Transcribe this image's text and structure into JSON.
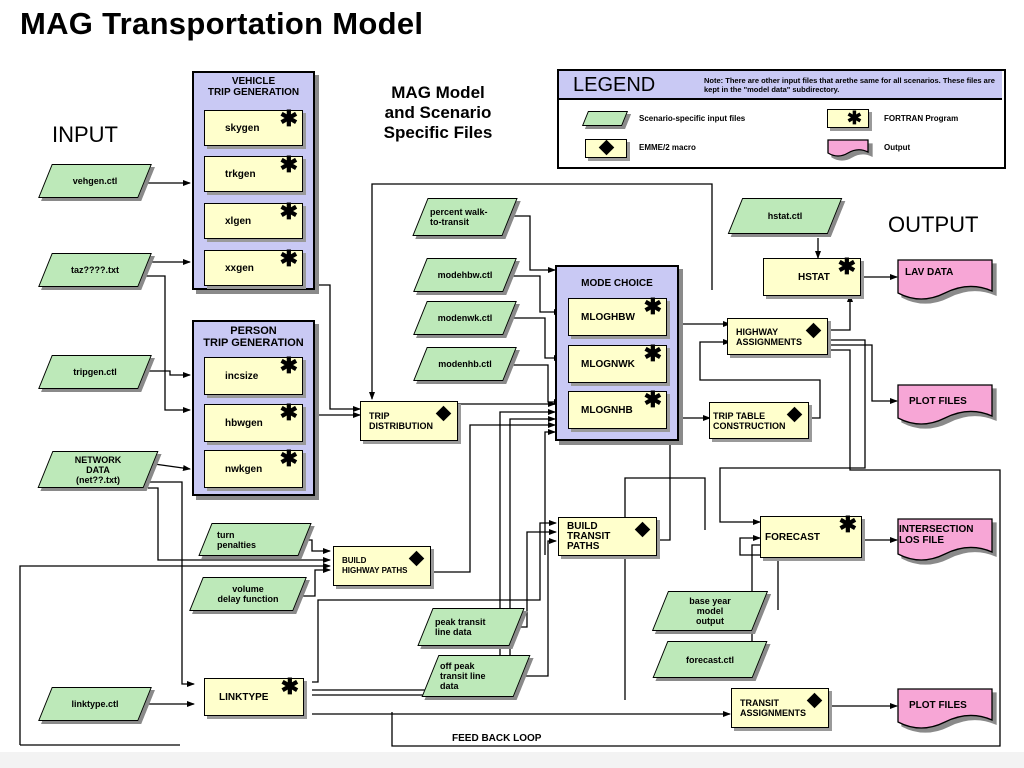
{
  "title": "MAG Transportation Model",
  "headings": {
    "input": "INPUT",
    "output": "OUTPUT",
    "model_files": "MAG Model\nand Scenario\nSpecific Files",
    "feedback": "FEED BACK LOOP"
  },
  "legend": {
    "title": "LEGEND",
    "note": "Note:  There are other input files that arethe same for all scenarios. These files are kept in the \"model data\" subdirectory.",
    "items": {
      "input": "Scenario-specific input files",
      "fortran": "FORTRAN Program",
      "macro": "EMME/2 macro",
      "output": "Output"
    }
  },
  "groups": {
    "vehicle": {
      "label": "VEHICLE\nTRIP GENERATION",
      "programs": [
        "skygen",
        "trkgen",
        "xlgen",
        "xxgen"
      ]
    },
    "person": {
      "label": "PERSON\nTRIP GENERATION",
      "programs": [
        "incsize",
        "hbwgen",
        "nwkgen"
      ]
    },
    "mode": {
      "label": "MODE CHOICE",
      "programs": [
        "MLOGHBW",
        "MLOGNWK",
        "MLOGNHB"
      ]
    }
  },
  "programs": {
    "linktype": "LINKTYPE",
    "hstat": "HSTAT",
    "forecast": "FORECAST"
  },
  "macros": {
    "trip_distribution": "TRIP\nDISTRIBUTION",
    "build_highway": "BUILD\nHIGHWAY PATHS",
    "build_transit": "BUILD\nTRANSIT\nPATHS",
    "highway_assignments": "HIGHWAY\nASSIGNMENTS",
    "trip_table": "TRIP TABLE\nCONSTRUCTION",
    "transit_assignments": "TRANSIT\nASSIGNMENTS"
  },
  "inputs": {
    "vehgen": "vehgen.ctl",
    "taz": "taz????.txt",
    "tripgen": "tripgen.ctl",
    "network": "NETWORK\nDATA\n(net??.txt)",
    "linktype": "linktype.ctl",
    "turn": "turn\npenalties",
    "volume": "volume\ndelay function",
    "pwalk": "percent walk-\nto-transit",
    "modehbw": "modehbw.ctl",
    "modenwk": "modenwk.ctl",
    "modenhb": "modenhb.ctl",
    "peak": "peak transit\nline data",
    "offpeak": "off peak\ntransit line\ndata",
    "hstat_ctl": "hstat.ctl",
    "base_year": "base year\nmodel\noutput",
    "forecast_ctl": "forecast.ctl"
  },
  "outputs": {
    "lav": "LAV DATA",
    "plot1": "PLOT FILES",
    "intersection": "INTERSECTION\nLOS FILE",
    "plot2": "PLOT FILES"
  },
  "colors": {
    "input_fill": "#bde9b9",
    "program_fill": "#ffffcc",
    "group_fill": "#c9c9f4",
    "output_fill": "#f7a6d6"
  }
}
